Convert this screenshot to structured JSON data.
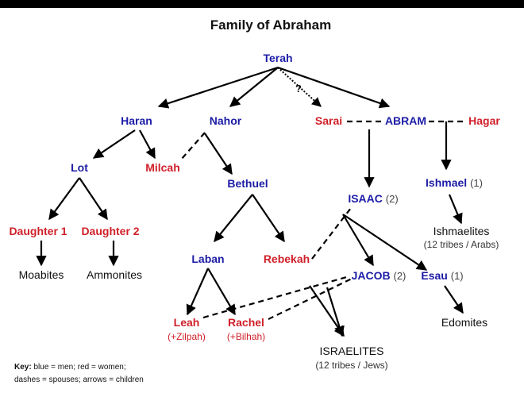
{
  "title": "Family of Abraham",
  "colors": {
    "men": "#1c1ca6",
    "women": "#d0202a"
  },
  "people": {
    "terah": "Terah",
    "haran": "Haran",
    "nahor": "Nahor",
    "sarai": "Sarai",
    "abram": "ABRAM",
    "hagar": "Hagar",
    "lot": "Lot",
    "milcah": "Milcah",
    "bethuel": "Bethuel",
    "isaac": "ISAAC",
    "isaac_count": "(2)",
    "ishmael": "Ishmael",
    "ishmael_count": "(1)",
    "daughter1": "Daughter 1",
    "daughter2": "Daughter 2",
    "laban": "Laban",
    "rebekah": "Rebekah",
    "jacob": "JACOB",
    "jacob_count": "(2)",
    "esau": "Esau",
    "esau_count": "(1)",
    "leah": "Leah",
    "leah_note": "(+Zilpah)",
    "rachel": "Rachel",
    "rachel_note": "(+Bilhah)"
  },
  "nations": {
    "moabites": "Moabites",
    "ammonites": "Ammonites",
    "ishmaelites": "Ishmaelites",
    "ishmaelites_note": "(12 tribes / Arabs)",
    "edomites": "Edomites",
    "israelites": "ISRAELITES",
    "israelites_note": "(12 tribes / Jews)"
  },
  "question_mark": "?",
  "key": {
    "label": "Key:",
    "line1": "blue = men;   red = women;",
    "line2": "dashes = spouses;  arrows = children"
  }
}
